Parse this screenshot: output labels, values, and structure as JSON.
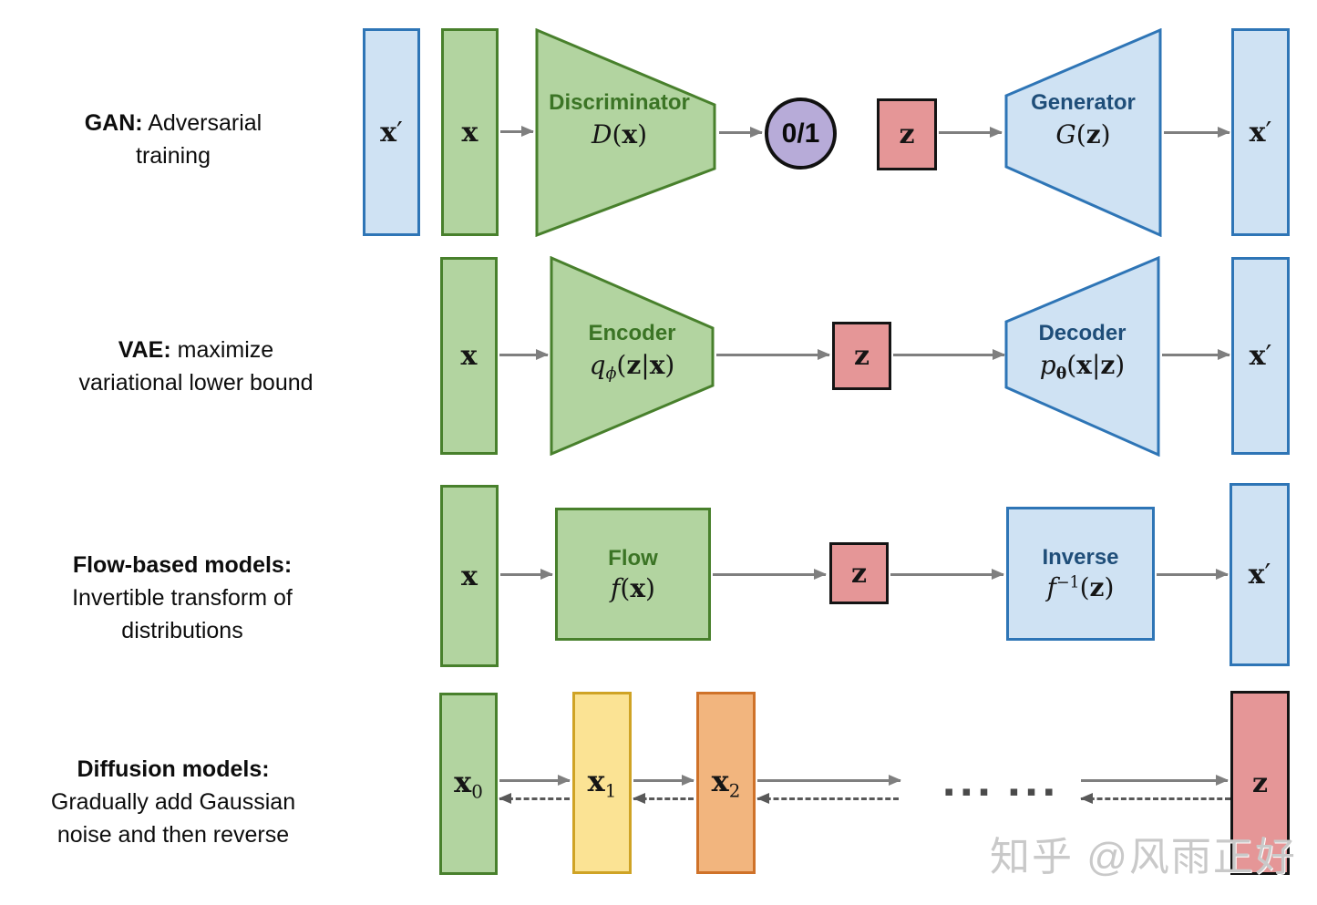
{
  "watermark": "知乎 @风雨正好",
  "colors": {
    "green-fill": "#b2d4a0",
    "green-border": "#48802c",
    "green-text": "#3b7425",
    "blue-fill": "#cfe2f3",
    "blue-border": "#2e75b6",
    "blue-text": "#1f4e79",
    "red-fill": "#e59697",
    "purple-fill": "#b7abd8",
    "yellow-fill": "#fbe394",
    "yellow-border": "#cfa325",
    "orange-fill": "#f2b57e",
    "orange-border": "#cf7229",
    "arrow-solid": "#7f7f7f",
    "arrow-dashed": "#595959"
  },
  "rows": {
    "gan": {
      "label_bold": "GAN:",
      "label_rest": " Adversarial\ntraining",
      "x_prime_left": [
        {
          "t": "x",
          "s": "b"
        },
        {
          "t": "′"
        }
      ],
      "x_input": [
        {
          "t": "x",
          "s": "b"
        }
      ],
      "discriminator_title": "Discriminator",
      "discriminator_formula": [
        {
          "t": "D",
          "s": "i"
        },
        {
          "t": "("
        },
        {
          "t": "x",
          "s": "b"
        },
        {
          "t": ")"
        }
      ],
      "output": "0/1",
      "z": [
        {
          "t": "z",
          "s": "b"
        }
      ],
      "generator_title": "Generator",
      "generator_formula": [
        {
          "t": "G",
          "s": "i"
        },
        {
          "t": "("
        },
        {
          "t": "z",
          "s": "b"
        },
        {
          "t": ")"
        }
      ],
      "x_prime_right": [
        {
          "t": "x",
          "s": "b"
        },
        {
          "t": "′"
        }
      ]
    },
    "vae": {
      "label_bold": "VAE:",
      "label_rest": " maximize\nvariational lower bound",
      "x_input": [
        {
          "t": "x",
          "s": "b"
        }
      ],
      "encoder_title": "Encoder",
      "encoder_formula": [
        {
          "t": "q",
          "s": "i"
        },
        {
          "t": "ϕ",
          "s": "i sub"
        },
        {
          "t": "("
        },
        {
          "t": "z",
          "s": "b"
        },
        {
          "t": "|"
        },
        {
          "t": "x",
          "s": "b"
        },
        {
          "t": ")"
        }
      ],
      "z": [
        {
          "t": "z",
          "s": "b"
        }
      ],
      "decoder_title": "Decoder",
      "decoder_formula": [
        {
          "t": "p",
          "s": "i"
        },
        {
          "t": "θ",
          "s": "b sub"
        },
        {
          "t": "("
        },
        {
          "t": "x",
          "s": "b"
        },
        {
          "t": "|"
        },
        {
          "t": "z",
          "s": "b"
        },
        {
          "t": ")"
        }
      ],
      "x_prime_right": [
        {
          "t": "x",
          "s": "b"
        },
        {
          "t": "′"
        }
      ]
    },
    "flow": {
      "label_bold": "Flow-based models:",
      "label_rest": "\nInvertible transform of\ndistributions",
      "x_input": [
        {
          "t": "x",
          "s": "b"
        }
      ],
      "flow_title": "Flow",
      "flow_formula": [
        {
          "t": "f",
          "s": "i"
        },
        {
          "t": "("
        },
        {
          "t": "x",
          "s": "b"
        },
        {
          "t": ")"
        }
      ],
      "z": [
        {
          "t": "z",
          "s": "b"
        }
      ],
      "inverse_title": "Inverse",
      "inverse_formula": [
        {
          "t": "f",
          "s": "i"
        },
        {
          "t": "−1",
          "s": "sup"
        },
        {
          "t": "("
        },
        {
          "t": "z",
          "s": "b"
        },
        {
          "t": ")"
        }
      ],
      "x_prime_right": [
        {
          "t": "x",
          "s": "b"
        },
        {
          "t": "′"
        }
      ]
    },
    "diffusion": {
      "label_bold": "Diffusion models:",
      "label_rest": "\nGradually add Gaussian\nnoise and then reverse",
      "x0": [
        {
          "t": "x",
          "s": "b"
        },
        {
          "t": "0",
          "s": "sub"
        }
      ],
      "x1": [
        {
          "t": "x",
          "s": "b"
        },
        {
          "t": "1",
          "s": "sub"
        }
      ],
      "x2": [
        {
          "t": "x",
          "s": "b"
        },
        {
          "t": "2",
          "s": "sub"
        }
      ],
      "dots": "▪▪▪ ▪▪▪",
      "z": [
        {
          "t": "z",
          "s": "b"
        }
      ]
    }
  }
}
